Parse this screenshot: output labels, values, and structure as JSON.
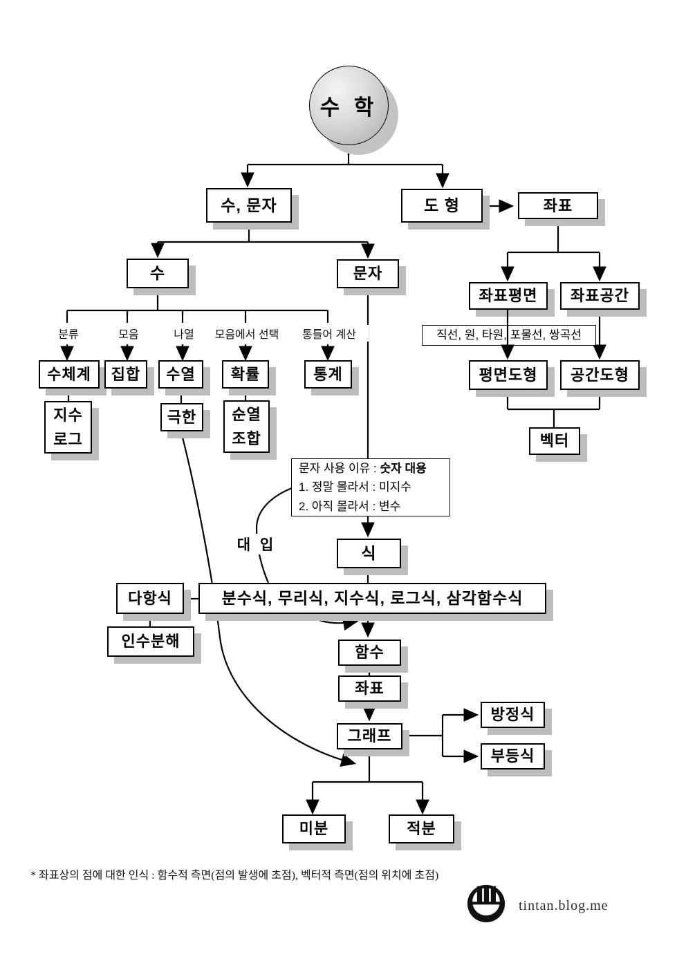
{
  "colors": {
    "line": "#000000",
    "box_border": "#000000",
    "box_shadow": "#bdbdbd",
    "circle_fill_light": "#f4f4f4",
    "circle_fill_dark": "#a9a9a9",
    "logo_fill": "#111111"
  },
  "nodes": {
    "root": "수 학",
    "su_munja": "수, 문자",
    "dohyeong": "도 형",
    "jwapyo": "좌표",
    "su": "수",
    "munja": "문자",
    "jwapyo_pyeongmyeon": "좌표평면",
    "jwapyo_gonggan": "좌표공간",
    "curve_types": "직선, 원, 타원, 포물선, 쌍곡선",
    "pyeongmyeon_dohyeong": "평면도형",
    "gonggan_dohyeong": "공간도형",
    "vector": "벡터",
    "sucheagye": "수체계",
    "jiphap": "집합",
    "suyeol": "수열",
    "hwakryul": "확률",
    "tonggye": "통계",
    "jisu": "지수",
    "rogeu": "로그",
    "geukhan": "극한",
    "sunyeol": "순열",
    "johap": "조합",
    "sik": "식",
    "sik_types": "분수식, 무리식, 지수식, 로그식, 삼각함수식",
    "dahangsik": "다항식",
    "insubunhae": "인수분해",
    "hamsu": "함수",
    "jwapyo2": "좌표",
    "graph": "그래프",
    "bangjeongsik": "방정식",
    "budeungsik": "부등식",
    "mibun": "미분",
    "jeokbun": "적분"
  },
  "edge_labels": {
    "bunryu": "분류",
    "moeum": "모음",
    "nayeol": "나열",
    "moeum_seontaek": "모음에서 선택",
    "tongteureo_gyesan": "통틀어 계산",
    "daeip": "대 입"
  },
  "reason_box": {
    "line1_prefix": "문자 사용 이유 : ",
    "line1_bold": "숫자 대용",
    "line2": "1. 정말 몰라서 : 미지수",
    "line3": "2. 아직 몰라서 : 변수"
  },
  "footer": {
    "note": "* 좌표상의 점에 대한 인식 : 함수적 측면(점의 발생에 초점), 벡터적 측면(점의 위치에 초점)",
    "blog": "tintan.blog.me"
  }
}
